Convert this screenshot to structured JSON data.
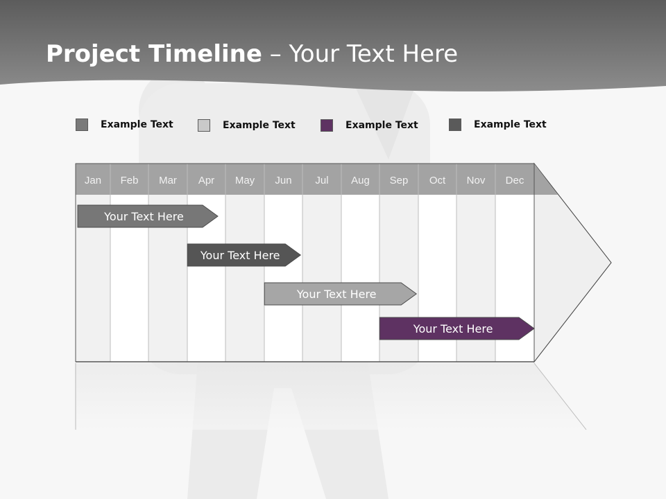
{
  "title": {
    "bold": "Project Timeline",
    "rest": " – Your Text Here"
  },
  "legend": [
    {
      "label": "Example Text",
      "color": "#7a7a7a"
    },
    {
      "label": "Example Text",
      "color": "#c9c9c9"
    },
    {
      "label": "Example Text",
      "color": "#5e3262"
    },
    {
      "label": "Example Text",
      "color": "#5a5a5a"
    }
  ],
  "months": [
    "Jan",
    "Feb",
    "Mar",
    "Apr",
    "May",
    "Jun",
    "Jul",
    "Aug",
    "Sep",
    "Oct",
    "Nov",
    "Dec"
  ],
  "tasks": [
    {
      "label": "Your  Text Here",
      "start_month": 0.0,
      "end_month": 3.8,
      "color": "#777777"
    },
    {
      "label": "Your  Text Here",
      "start_month": 2.95,
      "end_month": 5.95,
      "color": "#555555"
    },
    {
      "label": "Your  Text Here",
      "start_month": 4.95,
      "end_month": 8.95,
      "color": "#a6a6a6"
    },
    {
      "label": "Your  Text Here",
      "start_month": 7.95,
      "end_month": 12.0,
      "color": "#5e3262"
    }
  ],
  "colors": {
    "header_band": "#7d7d7d",
    "month_header": "#a3a3a3"
  }
}
